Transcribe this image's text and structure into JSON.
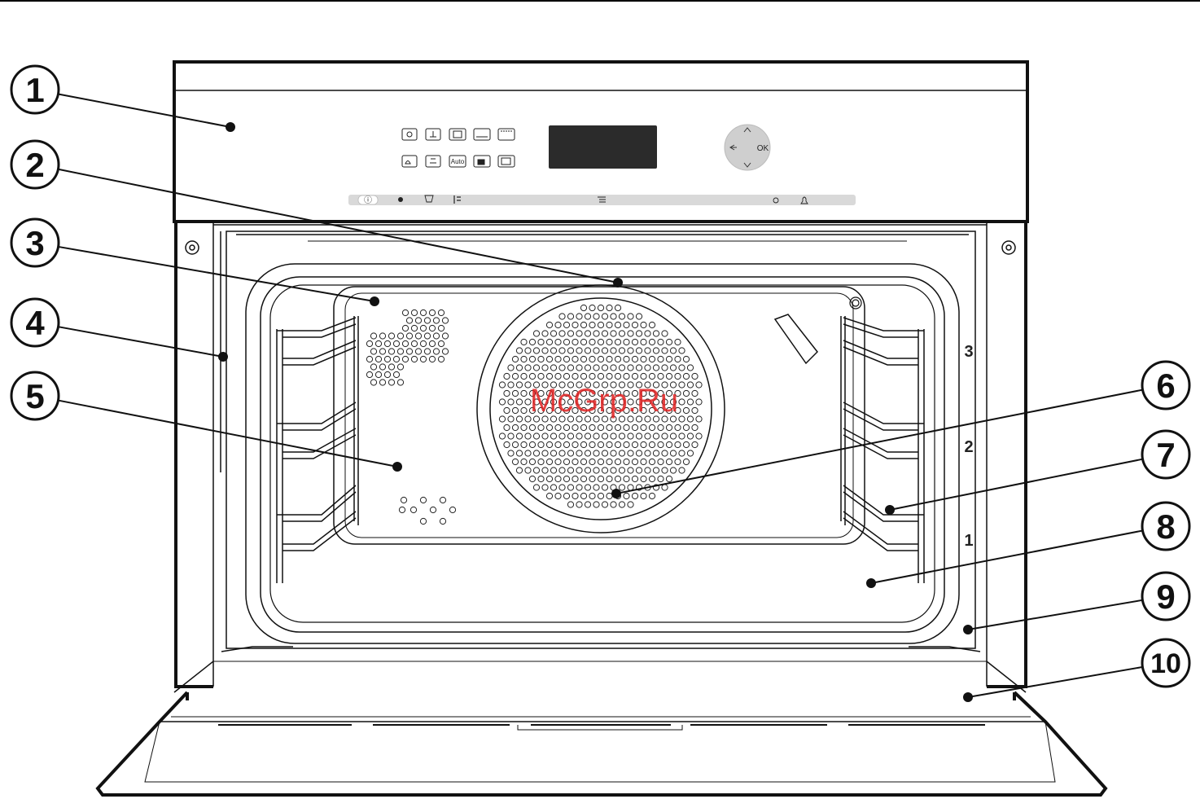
{
  "callouts": [
    {
      "id": "1",
      "label": "1"
    },
    {
      "id": "2",
      "label": "2"
    },
    {
      "id": "3",
      "label": "3"
    },
    {
      "id": "4",
      "label": "4"
    },
    {
      "id": "5",
      "label": "5"
    },
    {
      "id": "6",
      "label": "6"
    },
    {
      "id": "7",
      "label": "7"
    },
    {
      "id": "8",
      "label": "8"
    },
    {
      "id": "9",
      "label": "9"
    },
    {
      "id": "10",
      "label": "10"
    }
  ],
  "control_panel": {
    "auto_label": "Auto",
    "ok_label": "OK",
    "info_symbol": "ⓘ",
    "buttons_row1": [
      "fan-plus-icon",
      "fan-grill-icon",
      "conventional-icon",
      "bottom-heat-icon",
      "top-heat-icon"
    ],
    "buttons_row2": [
      "moisture-icon",
      "grill-fan-icon",
      "auto-button",
      "lock-icon",
      "settings-icon"
    ],
    "strip_icons": [
      "info-icon",
      "dot-icon",
      "defrost-icon",
      "timer-icon",
      "menu-icon",
      "light-icon",
      "bell-icon"
    ]
  },
  "shelf_levels": [
    "3",
    "2",
    "1"
  ],
  "watermark": "McGrp.Ru"
}
